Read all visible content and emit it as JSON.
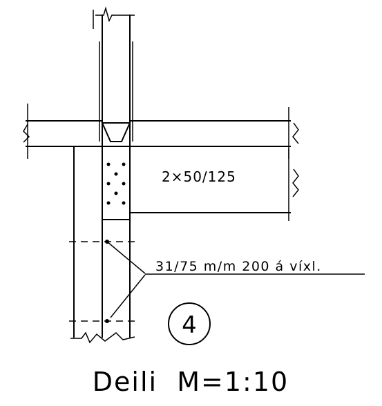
{
  "drawing": {
    "member_label": "2×50/125",
    "note_label": "31/75  m/m 200  á  víxl.",
    "detail_number": "4",
    "title": "Deili  M=1:10"
  }
}
